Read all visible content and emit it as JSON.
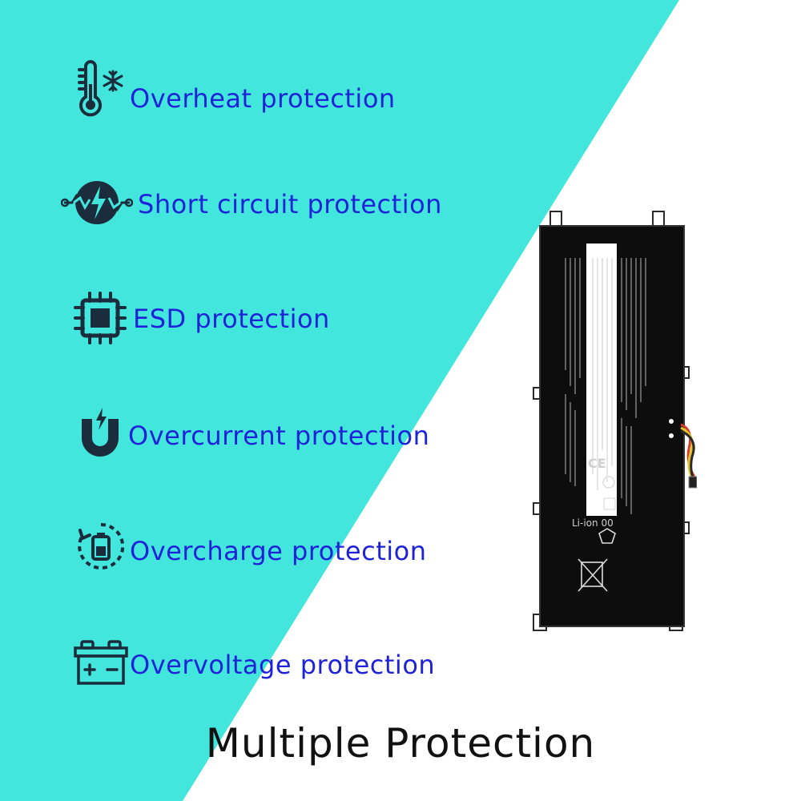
{
  "colors": {
    "background_left": "#43e6dc",
    "background_right": "#ffffff",
    "label_text": "#1f23d8",
    "icon": "#1b2c3c",
    "title_text": "#111111",
    "battery_body": "#0d0d0d"
  },
  "features": [
    {
      "icon": "thermometer-snowflake-icon",
      "label": "Overheat protection"
    },
    {
      "icon": "short-circuit-bolt-icon",
      "label": "Short circuit protection"
    },
    {
      "icon": "chip-icon",
      "label": "ESD protection"
    },
    {
      "icon": "magnet-bolt-icon",
      "label": "Overcurrent protection"
    },
    {
      "icon": "battery-charging-icon",
      "label": "Overcharge protection"
    },
    {
      "icon": "car-battery-icon",
      "label": "Overvoltage protection"
    }
  ],
  "product": {
    "name": "laptop-battery-image",
    "battery_marks": {
      "chemistry": "Li-ion 00",
      "ce_mark": "CE"
    }
  },
  "title": "Multiple Protection"
}
